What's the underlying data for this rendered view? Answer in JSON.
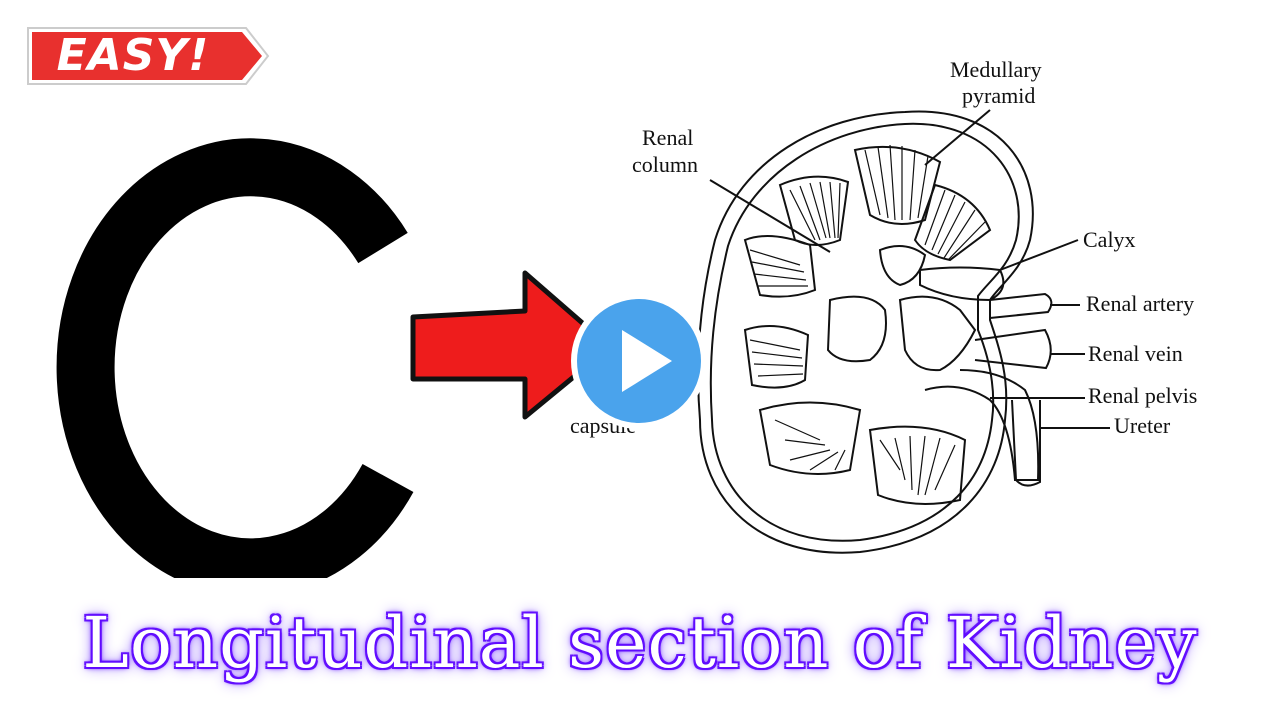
{
  "badge": {
    "text": "EASY!",
    "color": "#e8302e"
  },
  "big_letter": {
    "text": "C"
  },
  "arrow": {
    "color": "#ee1c1c"
  },
  "diagram": {
    "labels": {
      "medullary": "Medullary",
      "pyramid": "pyramid",
      "renal": "Renal",
      "column": "column",
      "calyx": "Calyx",
      "renal_artery": "Renal artery",
      "renal_vein": "Renal vein",
      "renal_pelvis": "Renal pelvis",
      "ureter": "Ureter",
      "capsule_partial": "capsule"
    }
  },
  "play_button": {
    "color": "#4aa3ec",
    "icon": "play-icon"
  },
  "title": "Longitudinal section of Kidney"
}
